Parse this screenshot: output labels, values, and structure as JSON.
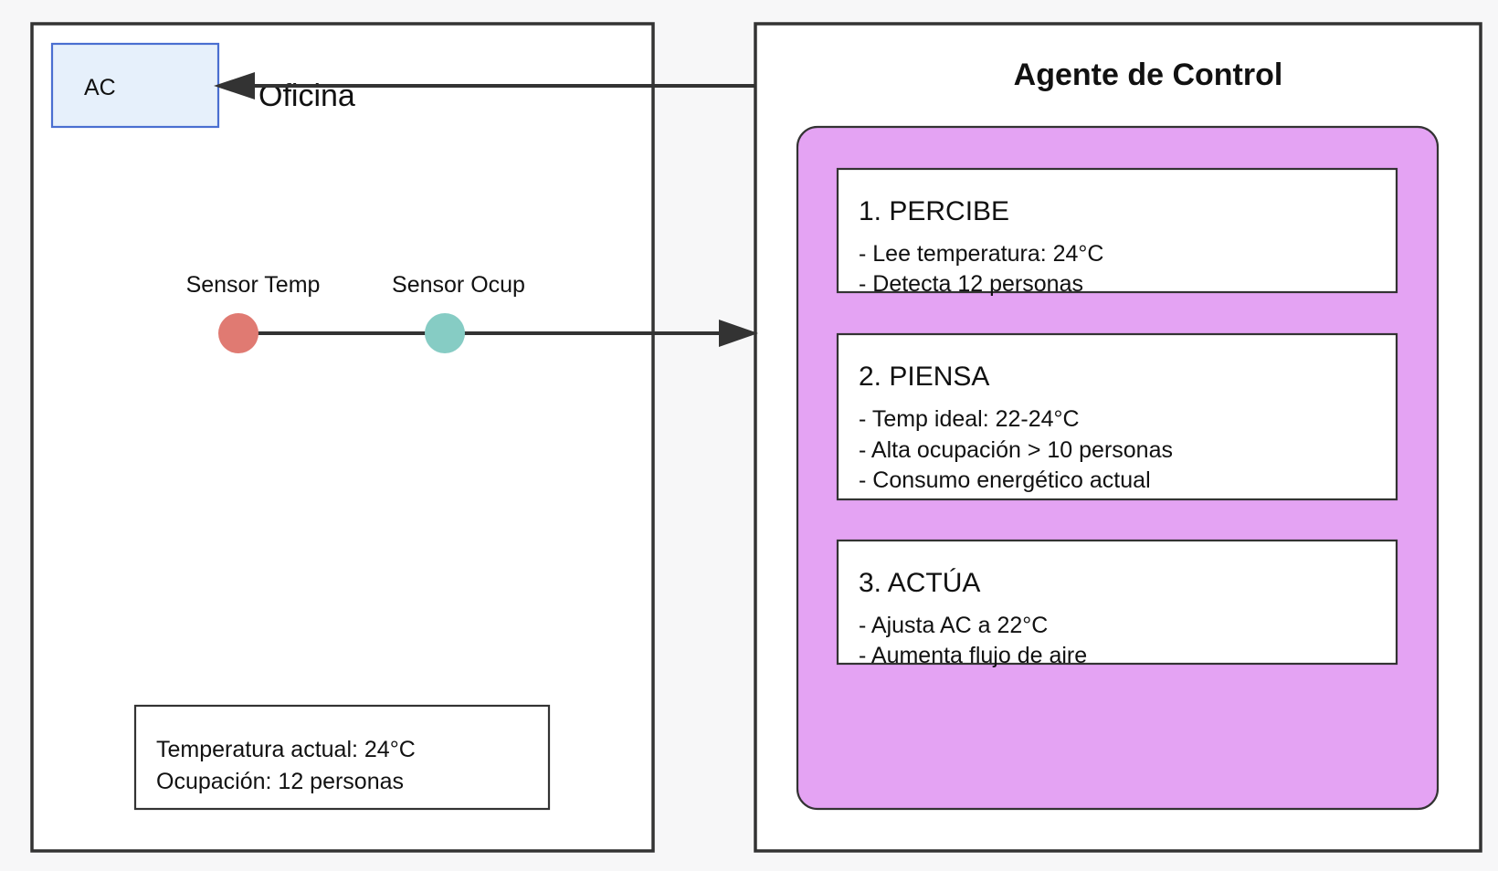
{
  "office": {
    "title": "Oficina",
    "ac_label": "AC",
    "sensors": [
      {
        "label": "Sensor Temp",
        "color": "#e07a72"
      },
      {
        "label": "Sensor Ocup",
        "color": "#86ccc4"
      }
    ],
    "status": {
      "line1": "Temperatura actual: 24°C",
      "line2": "Ocupación: 12 personas"
    }
  },
  "agent": {
    "title": "Agente de Control",
    "panel_color": "#e4a3f3",
    "steps": [
      {
        "title": "1. PERCIBE",
        "items": [
          "- Lee temperatura: 24°C",
          "- Detecta 12 personas"
        ]
      },
      {
        "title": "2. PIENSA",
        "items": [
          "- Temp ideal: 22-24°C",
          "- Alta ocupación > 10 personas",
          "- Consumo energético actual"
        ]
      },
      {
        "title": "3. ACTÚA",
        "items": [
          "- Ajusta AC a 22°C",
          "- Aumenta flujo de aire"
        ]
      }
    ]
  },
  "colors": {
    "ac_fill": "#e6f0fb",
    "ac_stroke": "#4a6fd1",
    "line": "#333333"
  }
}
